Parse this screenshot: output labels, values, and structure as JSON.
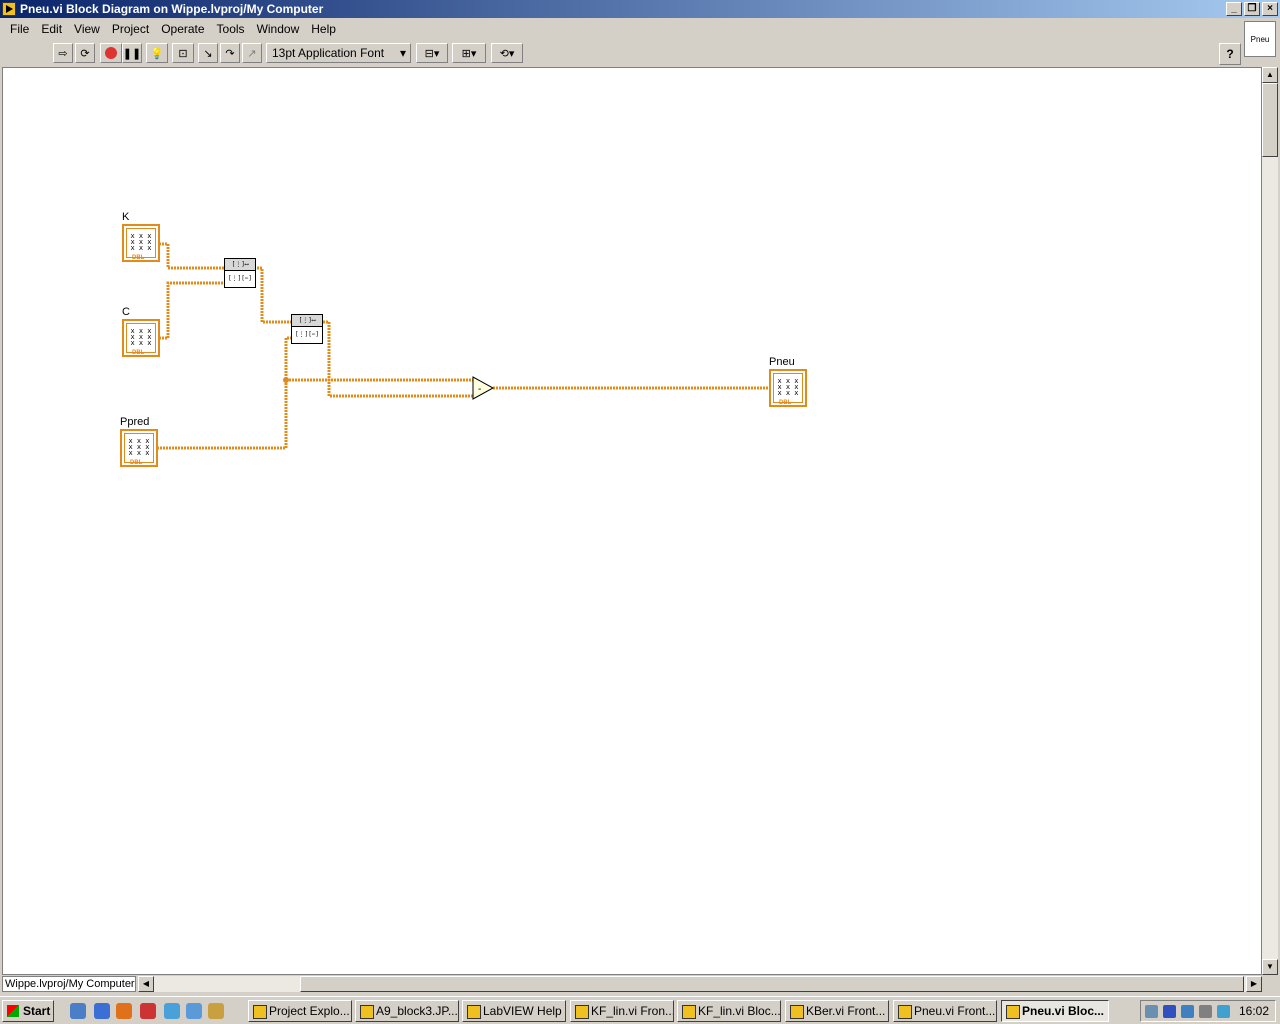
{
  "window": {
    "title": "Pneu.vi Block Diagram on Wippe.lvproj/My Computer"
  },
  "menu": [
    "File",
    "Edit",
    "View",
    "Project",
    "Operate",
    "Tools",
    "Window",
    "Help"
  ],
  "toolbar": {
    "font": "13pt Application Font",
    "help": "?"
  },
  "vi_icon_label": "Pneu",
  "diagram": {
    "terminals": {
      "k": {
        "label": "K",
        "type": "DBL"
      },
      "c": {
        "label": "C",
        "type": "DBL"
      },
      "ppred": {
        "label": "Ppred",
        "type": "DBL"
      },
      "pneu": {
        "label": "Pneu",
        "type": "DBL"
      }
    },
    "nodes": {
      "subtract": "-"
    }
  },
  "status": {
    "path": "Wippe.lvproj/My Computer"
  },
  "taskbar": {
    "start": "Start",
    "tasks": [
      "Project Explo...",
      "A9_block3.JP...",
      "LabVIEW Help",
      "KF_lin.vi Fron...",
      "KF_lin.vi Bloc...",
      "KBer.vi Front...",
      "Pneu.vi Front...",
      "Pneu.vi Bloc..."
    ],
    "clock": "16:02"
  },
  "colors": {
    "wire": "#e38b1a",
    "titlebar": "#0a246a"
  }
}
